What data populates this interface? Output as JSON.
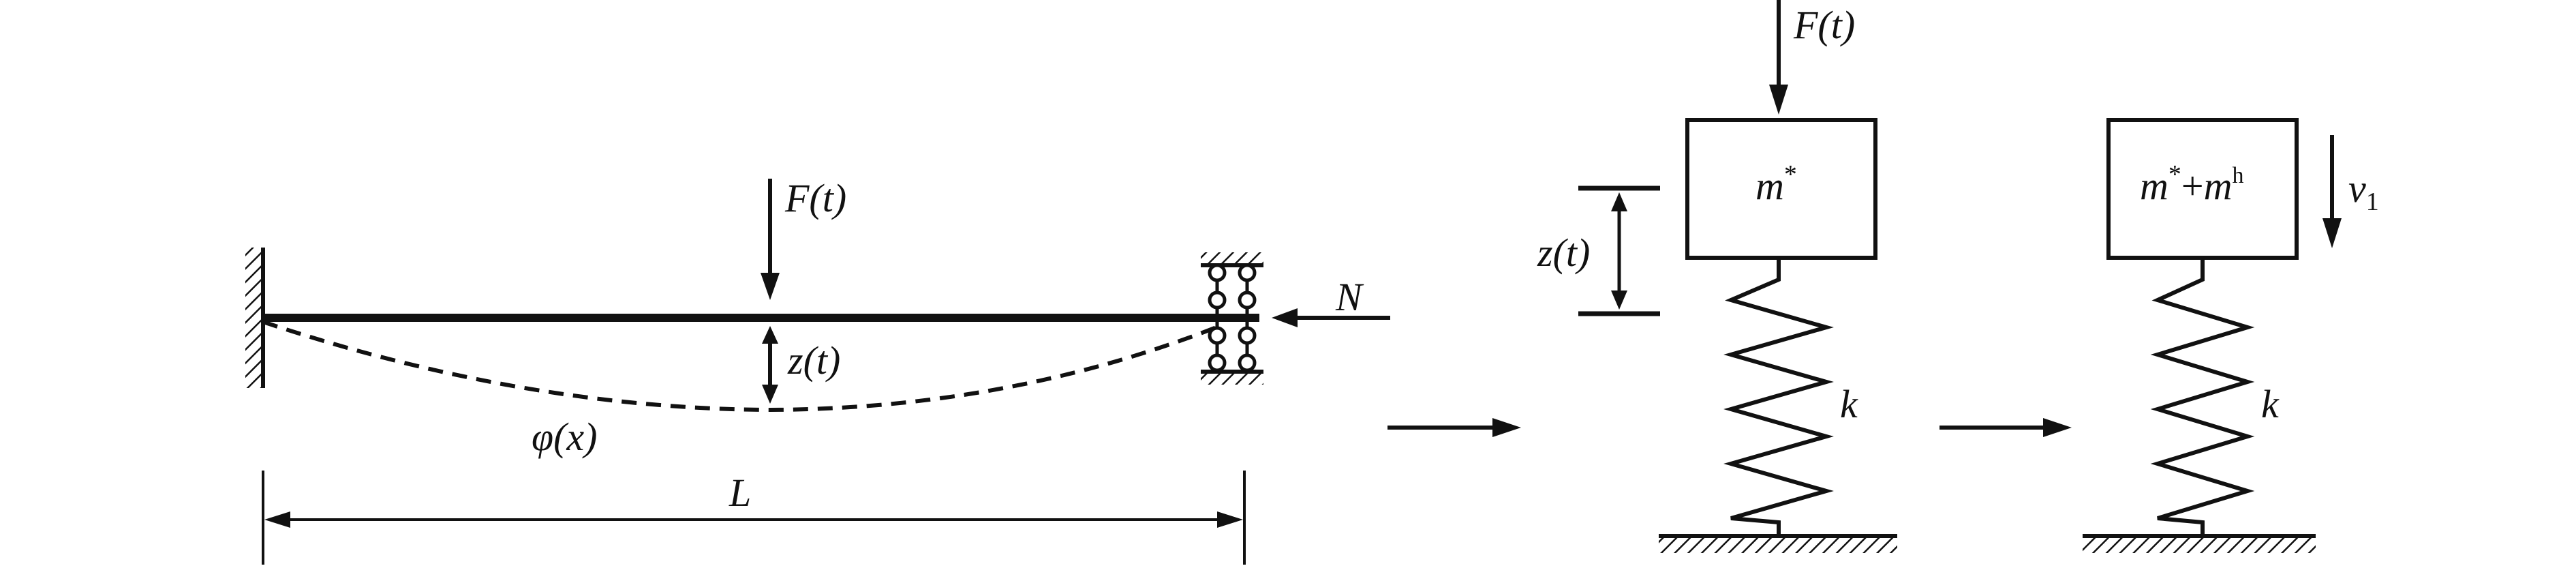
{
  "beam_panel": {
    "force_label": "F(t)",
    "axial_label": "N",
    "deflection_label": "z(t)",
    "shape_label": "φ(x)",
    "length_label": "L"
  },
  "mass_spring_panel": {
    "force_label": "F(t)",
    "mass_label": "m",
    "mass_sup": "*",
    "displacement_label": "z(t)",
    "spring_label": "k"
  },
  "added_mass_panel": {
    "mass_label_a": "m",
    "mass_sup_a": "*",
    "plus": "+",
    "mass_label_b": "m",
    "mass_sup_b": "h",
    "velocity_label": "v",
    "velocity_sub": "1",
    "spring_label": "k"
  }
}
